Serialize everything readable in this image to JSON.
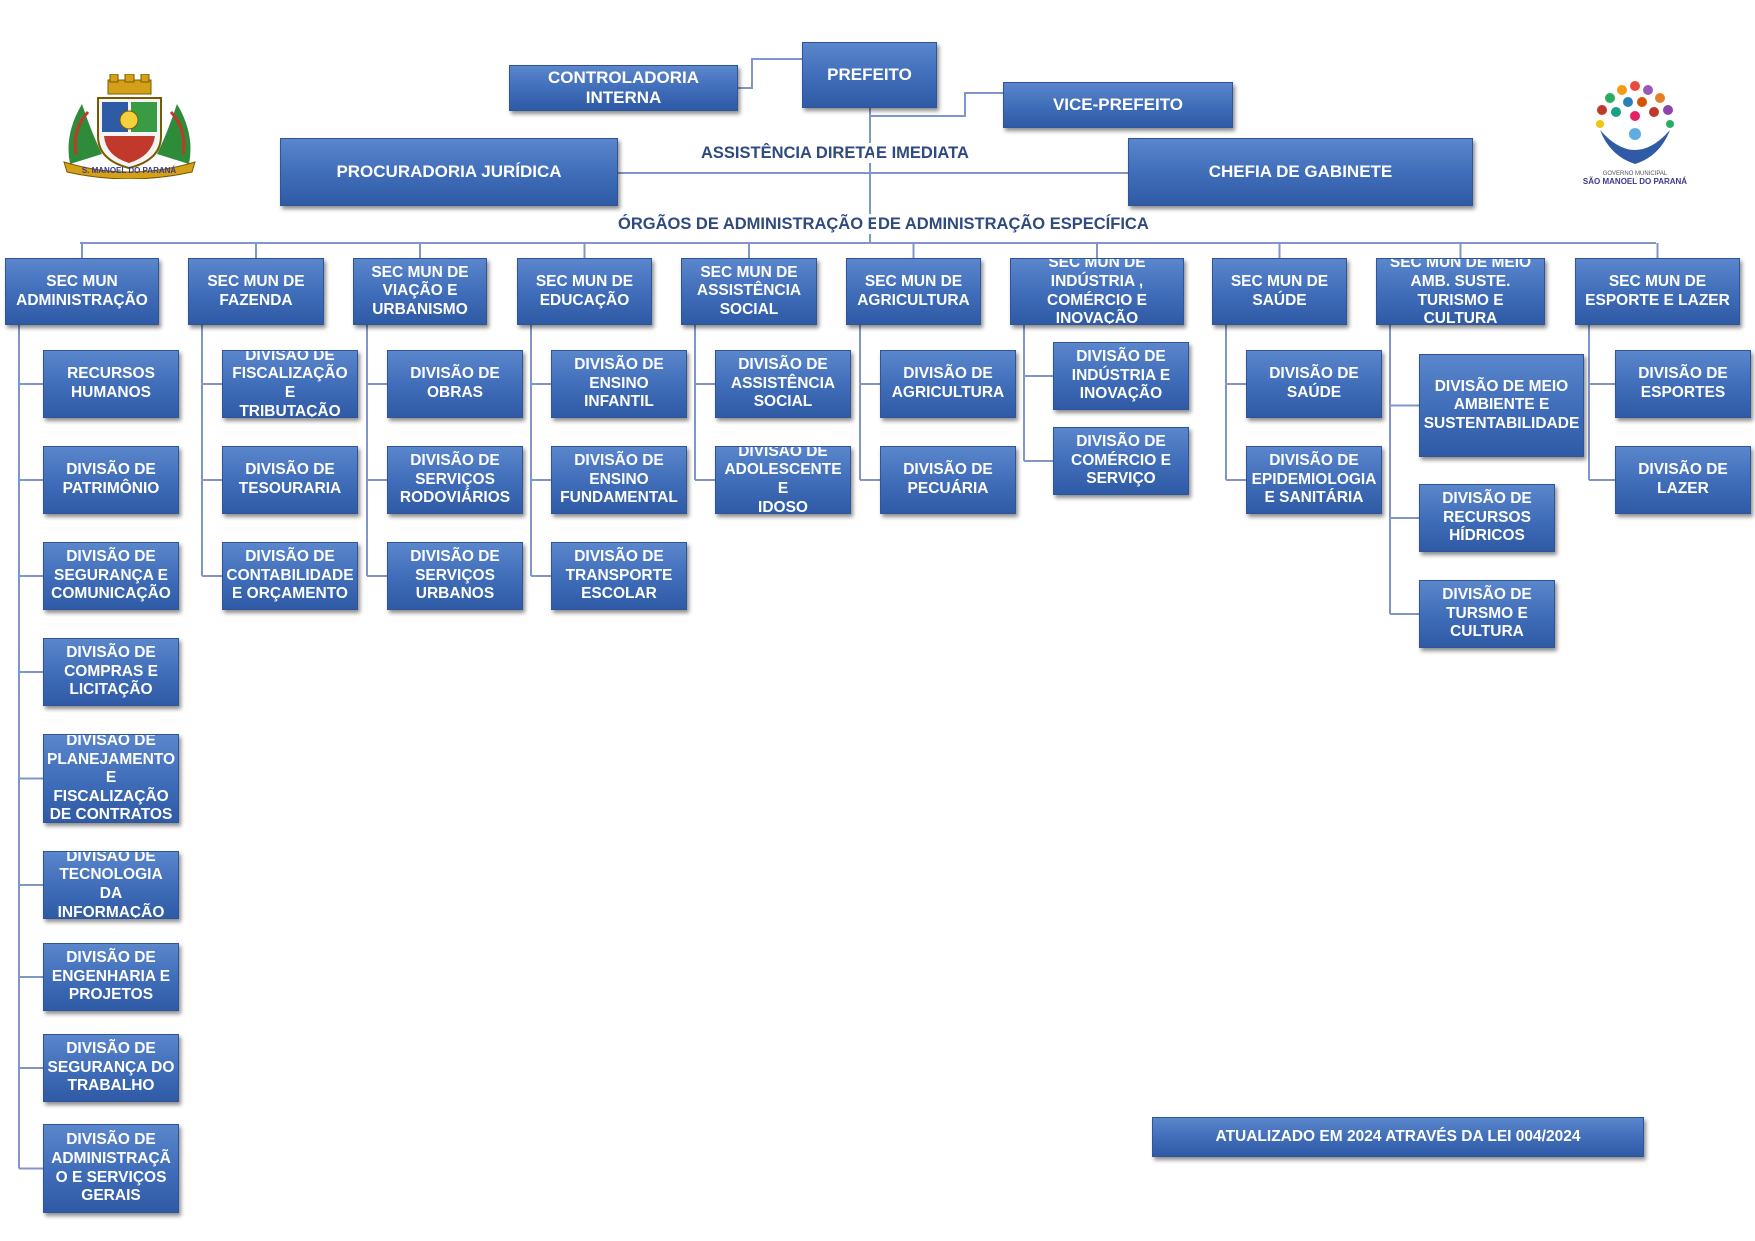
{
  "top": {
    "prefeito": "PREFEITO",
    "controladoria": "CONTROLADORIA INTERNA",
    "vice": "VICE-PREFEITO",
    "procuradoria": "PROCURADORIA JURÍDICA",
    "chefia": "CHEFIA DE GABINETE",
    "assistencia_label_1": "ASSISTÊNCIA DIRETA",
    "assistencia_label_2": "E IMEDIATA",
    "orgaos_label_1": "ÓRGÃOS DE ADMINISTRAÇÃO E",
    "orgaos_label_2": "DE ADMINISTRAÇÃO ESPECÍFICA"
  },
  "secretarias": [
    {
      "name": "SEC MUN\nADMINISTRAÇÃO",
      "divisions": [
        "RECURSOS\nHUMANOS",
        "DIVISÃO DE\nPATRIMÔNIO",
        "DIVISÃO DE\nSEGURANÇA E\nCOMUNICAÇÃO",
        "DIVISÃO DE\nCOMPRAS E\nLICITAÇÃO",
        "DIVISÃO DE\nPLANEJAMENTO\nE FISCALIZAÇÃO\nDE CONTRATOS",
        "DIVISÃO DE\nTECNOLOGIA DA\nINFORMAÇÃO",
        "DIVISÃO DE\nENGENHARIA E\nPROJETOS",
        "DIVISÃO DE\nSEGURANÇA DO\nTRABALHO",
        "DIVISÃO DE\nADMINISTRAÇÃ\nO E SERVIÇOS\nGERAIS"
      ]
    },
    {
      "name": "SEC MUN DE\nFAZENDA",
      "divisions": [
        "DIVISÃO DE\nFISCALIZAÇÃO E\nTRIBUTAÇÃO",
        "DIVISÃO DE\nTESOURARIA",
        "DIVISÃO DE\nCONTABILIDADE\nE ORÇAMENTO"
      ]
    },
    {
      "name": "SEC MUN DE\nVIAÇÃO E\nURBANISMO",
      "divisions": [
        "DIVISÃO DE\nOBRAS",
        "DIVISÃO DE\nSERVIÇOS\nRODOVIÁRIOS",
        "DIVISÃO DE\nSERVIÇOS\nURBANOS"
      ]
    },
    {
      "name": "SEC MUN DE\nEDUCAÇÃO",
      "divisions": [
        "DIVISÃO DE\nENSINO\nINFANTIL",
        "DIVISÃO DE\nENSINO\nFUNDAMENTAL",
        "DIVISÃO DE\nTRANSPORTE\nESCOLAR"
      ]
    },
    {
      "name": "SEC MUN DE\nASSISTÊNCIA\nSOCIAL",
      "divisions": [
        "DIVISÃO DE\nASSISTÊNCIA\nSOCIAL",
        "DIVISÃO DE\nADOLESCENTE E\nIDOSO"
      ]
    },
    {
      "name": "SEC MUN DE\nAGRICULTURA",
      "divisions": [
        "DIVISÃO DE\nAGRICULTURA",
        "DIVISÃO DE\nPECUÁRIA"
      ]
    },
    {
      "name": "SEC MUN DE\nINDÚSTRIA ,\nCOMÉRCIO E\nINOVAÇÃO",
      "divisions": [
        "DIVISÃO DE\nINDÚSTRIA E\nINOVAÇÃO",
        "DIVISÃO DE\nCOMÉRCIO E\nSERVIÇO"
      ]
    },
    {
      "name": "SEC MUN DE\nSAÚDE",
      "divisions": [
        "DIVISÃO DE\nSAÚDE",
        "DIVISÃO DE\nEPIDEMIOLOGIA\nE SANITÁRIA"
      ]
    },
    {
      "name": "SEC MUN DE MEIO\nAMB.  SUSTE.\nTURISMO E CULTURA",
      "divisions": [
        "DIVISÃO DE MEIO\nAMBIENTE E\nSUSTENTABILIDADE",
        "DIVISÃO DE\nRECURSOS\nHÍDRICOS",
        "DIVISÃO DE\nTURSMO E\nCULTURA"
      ]
    },
    {
      "name": "SEC MUN DE\nESPORTE  E LAZER",
      "divisions": [
        "DIVISÃO DE\nESPORTES",
        "DIVISÃO DE\nLAZER"
      ]
    }
  ],
  "footer": {
    "atualizado": "ATUALIZADO EM 2024 ATRAVÉS DA LEI 004/2024"
  },
  "logos": {
    "left_banner": "S. MANOEL DO PARANÁ",
    "right_name": "SÃO MANOEL DO PARANÁ"
  },
  "colors": {
    "box": "#3f6cb8",
    "line": "#8096c8",
    "label": "#2e4a80"
  }
}
